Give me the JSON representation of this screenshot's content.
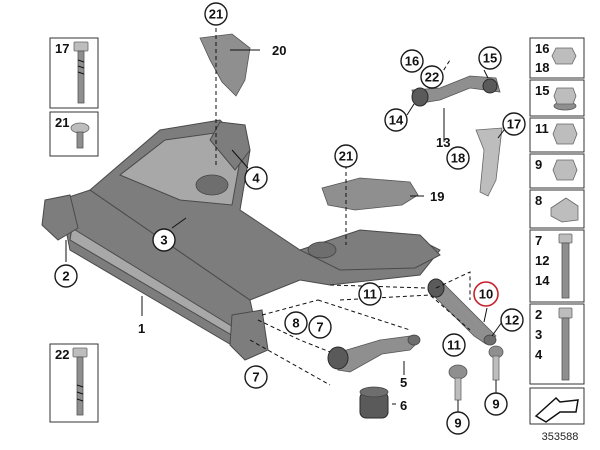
{
  "diagram": {
    "reference_number": "353588",
    "callouts": {
      "c1": "1",
      "c2": "2",
      "c3": "3",
      "c4": "4",
      "c5": "5",
      "c6": "6",
      "c7a": "7",
      "c7b": "7",
      "c8": "8",
      "c9a": "9",
      "c9b": "9",
      "c10": "10",
      "c11a": "11",
      "c11b": "11",
      "c12": "12",
      "c13": "13",
      "c14": "14",
      "c15": "15",
      "c16": "16",
      "c17": "17",
      "c18": "18",
      "c19": "19",
      "c20": "20",
      "c21a": "21",
      "c21b": "21",
      "c22": "22"
    },
    "sidebar": {
      "left": [
        {
          "label": "17"
        },
        {
          "label": "21"
        },
        {
          "label": "22"
        }
      ],
      "right": [
        {
          "label_a": "16",
          "label_b": "18"
        },
        {
          "label_a": "15"
        },
        {
          "label_a": "11"
        },
        {
          "label_a": "9"
        },
        {
          "label_a": "8"
        },
        {
          "label_a": "7",
          "label_b": "12",
          "label_c": "14"
        },
        {
          "label_a": "2",
          "label_b": "3",
          "label_c": "4"
        }
      ]
    },
    "highlight_color": "#c8202a"
  }
}
